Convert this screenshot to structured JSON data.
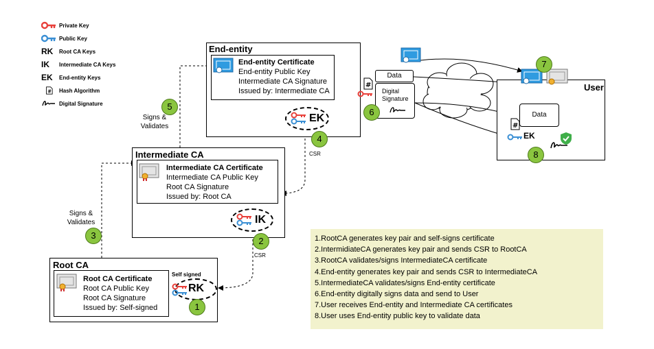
{
  "legend": [
    {
      "label": "Private Key",
      "icon": "red-key-icon"
    },
    {
      "label": "Public Key",
      "icon": "blue-key-icon"
    },
    {
      "label": "Root CA Keys",
      "symbol": "RK"
    },
    {
      "label": "Intermediate CA Keys",
      "symbol": "IK"
    },
    {
      "label": "End-entity Keys",
      "symbol": "EK"
    },
    {
      "label": "Hash Algorithm",
      "icon": "hash-document-icon"
    },
    {
      "label": "Digital Signature",
      "icon": "signature-icon"
    }
  ],
  "end_entity": {
    "title": "End-entity",
    "cert": {
      "title": "End-entity Certificate",
      "lines": [
        "End-entity Public Key",
        "Intermediate CA Signature",
        "Issued by: Intermediate CA"
      ]
    },
    "keys_label": "EK",
    "data_label": "Data",
    "signature_label": "Digital Signature"
  },
  "intermediate_ca": {
    "title": "Intermediate CA",
    "cert": {
      "title": "Intermediate CA Certificate",
      "lines": [
        "Intermediate CA Public Key",
        "Root CA Signature",
        "Issued by: Root CA"
      ]
    },
    "keys_label": "IK"
  },
  "root_ca": {
    "title": "Root CA",
    "cert": {
      "title": "Root CA Certificate",
      "lines": [
        "Root CA Public Key",
        "Root CA Signature",
        "Issued by: Self-signed"
      ]
    },
    "keys_label": "RK",
    "self_signed": "Self signed"
  },
  "user": {
    "title": "User",
    "data_label": "Data",
    "keys_label": "EK"
  },
  "arrows": {
    "csr1": "CSR",
    "csr2": "CSR",
    "signs1": "Signs & Validates",
    "signs2": "Signs & Validates"
  },
  "step_numbers": [
    "1",
    "2",
    "3",
    "4",
    "5",
    "6",
    "7",
    "8"
  ],
  "steps": [
    "1.RootCA generates key pair and self-signs certificate",
    "2.IntermidiateCA generates key pair and sends CSR to RootCA",
    "3.RootCA validates/signs IntermediateCA certificate",
    "4.End-entity generates key pair and sends CSR to IntermediateCA",
    "5.IntermediateCA validates/signs End-entity certificate",
    "6.End-entity digitally signs data and send to User",
    "7.User receives End-entity and Intermediate CA certificates",
    "8.User uses End-entity public key to validate data"
  ],
  "colors": {
    "private_key": "#e8403a",
    "public_key": "#3a8fd4",
    "step_circle": "#8ac53f",
    "steps_bg": "#f2f2cd",
    "cert_blue": "#2f9be0"
  }
}
